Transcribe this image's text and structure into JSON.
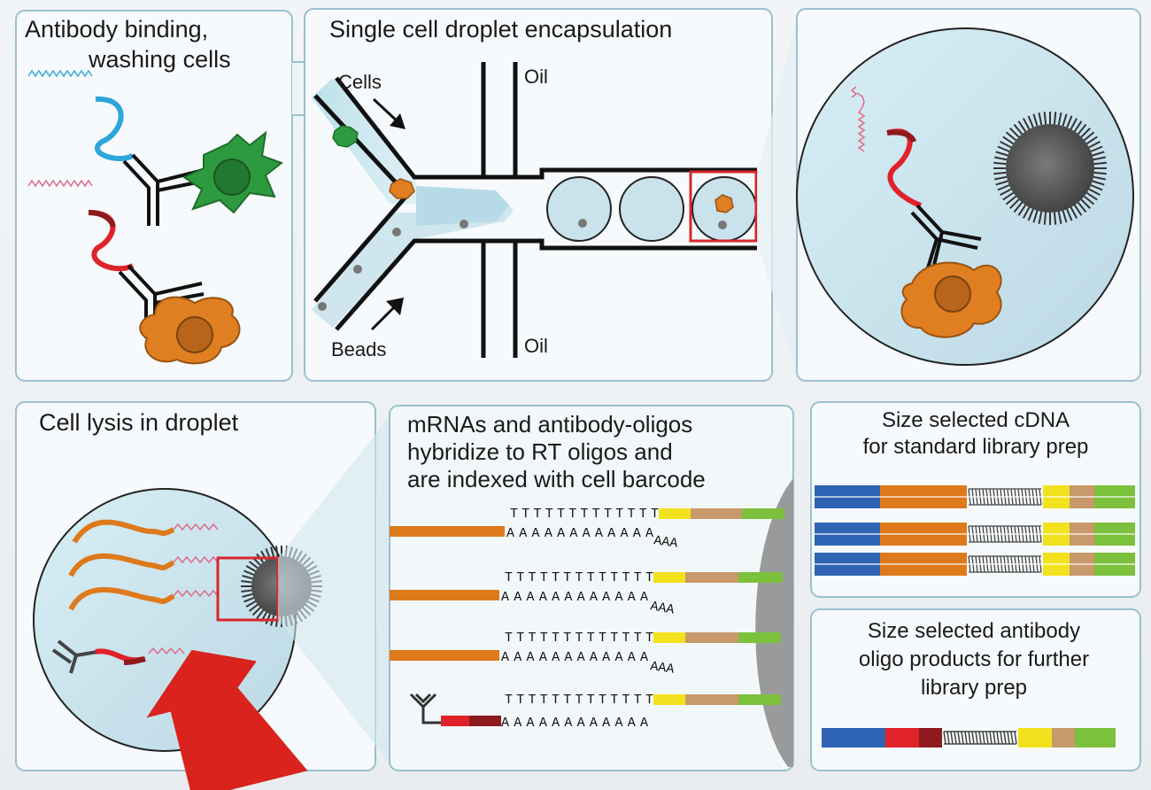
{
  "panels": {
    "antibody_binding": {
      "title_line1": "Antibody binding,",
      "title_line2": "washing cells"
    },
    "encapsulation": {
      "title": "Single cell droplet encapsulation",
      "cells_label": "Cells",
      "beads_label": "Beads",
      "oil_top": "Oil",
      "oil_bottom": "Oil"
    },
    "lysis": {
      "title": "Cell lysis in droplet"
    },
    "hybridize": {
      "line1": "mRNAs and antibody-oligos",
      "line2": "hybridize to RT oligos and",
      "line3": "are indexed with cell barcode",
      "t_strand": "TTTTTTTTTTTTT",
      "a_strand": "AAAAAAAAAAAA",
      "a_tail": "AAA"
    },
    "cdna": {
      "line1": "Size selected cDNA",
      "line2": "for standard library prep"
    },
    "antibody_oligo": {
      "line1": "Size selected antibody",
      "line2": "oligo products for further",
      "line3": "library prep"
    }
  },
  "colors": {
    "blue": "#2f64b4",
    "orange": "#de7a1c",
    "yellow": "#f2e21e",
    "tan": "#c8996a",
    "green": "#7cc13b",
    "red": "#e0222a",
    "dark_red": "#8e1a1e",
    "cell_green": "#2e9a3f",
    "cell_orange": "#e07e22",
    "droplet": "#c9e2ec",
    "bead": "#555555",
    "panel_border": "#9cc0d0",
    "big_arrow": "#d9231c"
  },
  "icons": [
    "antibody-icon",
    "cell-icon",
    "bead-icon",
    "arrow-icon"
  ]
}
